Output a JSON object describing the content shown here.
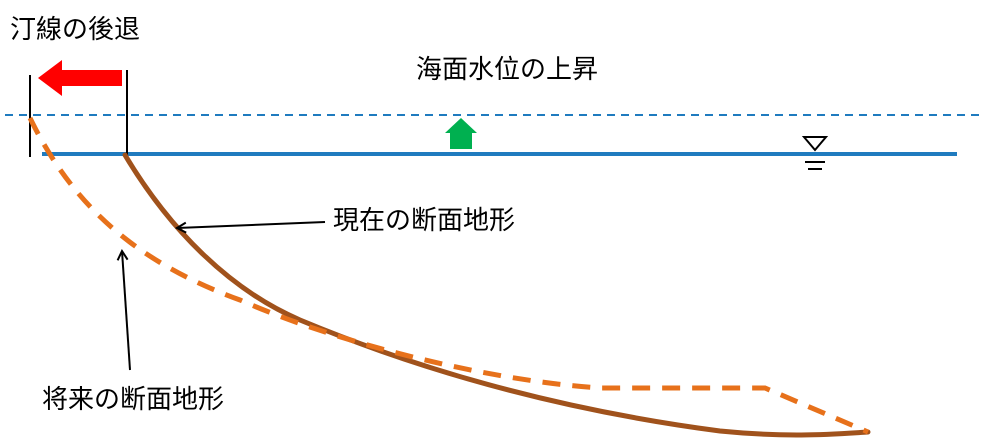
{
  "labels": {
    "shoreline_retreat": "汀線の後退",
    "sea_level_rise": "海面水位の上昇",
    "current_profile": "現在の断面地形",
    "future_profile": "将来の断面地形"
  },
  "colors": {
    "sea_level_lines": "#1f7bbf",
    "retreat_arrow": "#ff0000",
    "rise_arrow": "#00b050",
    "current_profile": "#a0521c",
    "future_profile": "#e7711b",
    "annotation": "#000000"
  },
  "icons": {
    "water_level_marker": "inverted-triangle-water-level-icon"
  }
}
